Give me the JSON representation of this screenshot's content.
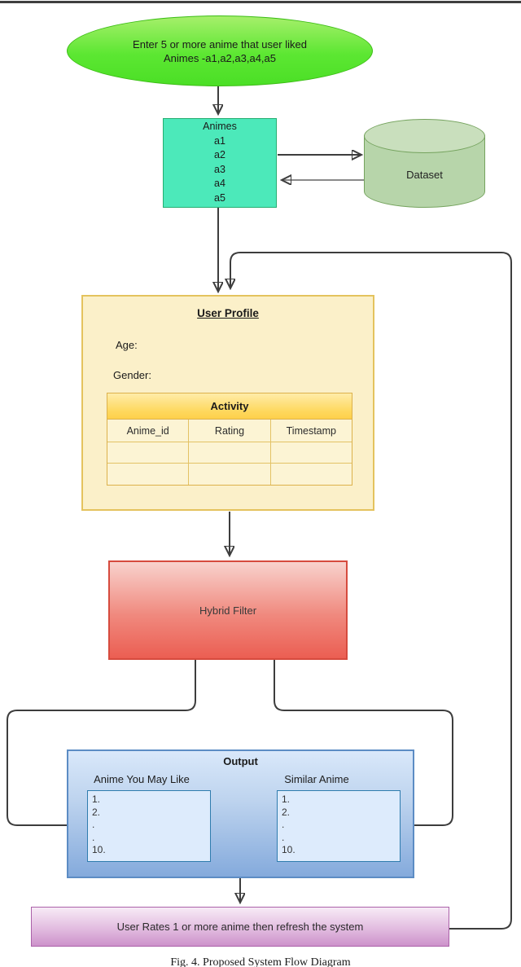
{
  "figure": {
    "caption": "Fig. 4. Proposed System Flow Diagram"
  },
  "nodes": {
    "start_ellipse": {
      "line1": "Enter 5 or more anime that user liked",
      "line2": "Animes -a1,a2,a3,a4,a5"
    },
    "animes_box": {
      "title": "Animes",
      "items": [
        "a1",
        "a2",
        "a3",
        "a4",
        "a5"
      ]
    },
    "dataset": {
      "label": "Dataset"
    },
    "user_profile": {
      "title": "User Profile",
      "age_label": "Age:",
      "gender_label": "Gender:",
      "activity_table": {
        "title": "Activity",
        "columns": [
          "Anime_id",
          "Rating",
          "Timestamp"
        ],
        "empty_rows": 2
      }
    },
    "hybrid_filter": {
      "label": "Hybrid Filter"
    },
    "output": {
      "title": "Output",
      "left_list": {
        "label": "Anime You May Like",
        "items": [
          "1.",
          "2.",
          ".",
          ".",
          "10."
        ]
      },
      "right_list": {
        "label": "Similar Anime",
        "items": [
          "1.",
          "2.",
          ".",
          ".",
          "10."
        ]
      }
    },
    "refresh_box": {
      "label": "User Rates 1 or more anime then refresh the system"
    }
  },
  "colors": {
    "start_ellipse_fill": "#5ce732",
    "start_ellipse_border": "#3cbd15",
    "animes_fill": "#4ce9ba",
    "animes_border": "#25ae71",
    "dataset_fill": "#b7d5aa",
    "dataset_border": "#75a35e",
    "profile_fill": "#fbf0c9",
    "profile_border": "#e4c35e",
    "activity_header_fill": "#fed04a",
    "hybrid_fill_top": "#f8d2cd",
    "hybrid_fill_bottom": "#eb5e52",
    "hybrid_border": "#d64b3e",
    "output_fill_top": "#d9e8fa",
    "output_fill_bottom": "#84aadc",
    "output_border": "#5c8cc4",
    "output_list_fill": "#ddebfc",
    "output_list_border": "#2f7cae",
    "refresh_fill_bottom": "#cd92cb",
    "refresh_border": "#ab61a9",
    "connector": "#3d3d3d"
  }
}
